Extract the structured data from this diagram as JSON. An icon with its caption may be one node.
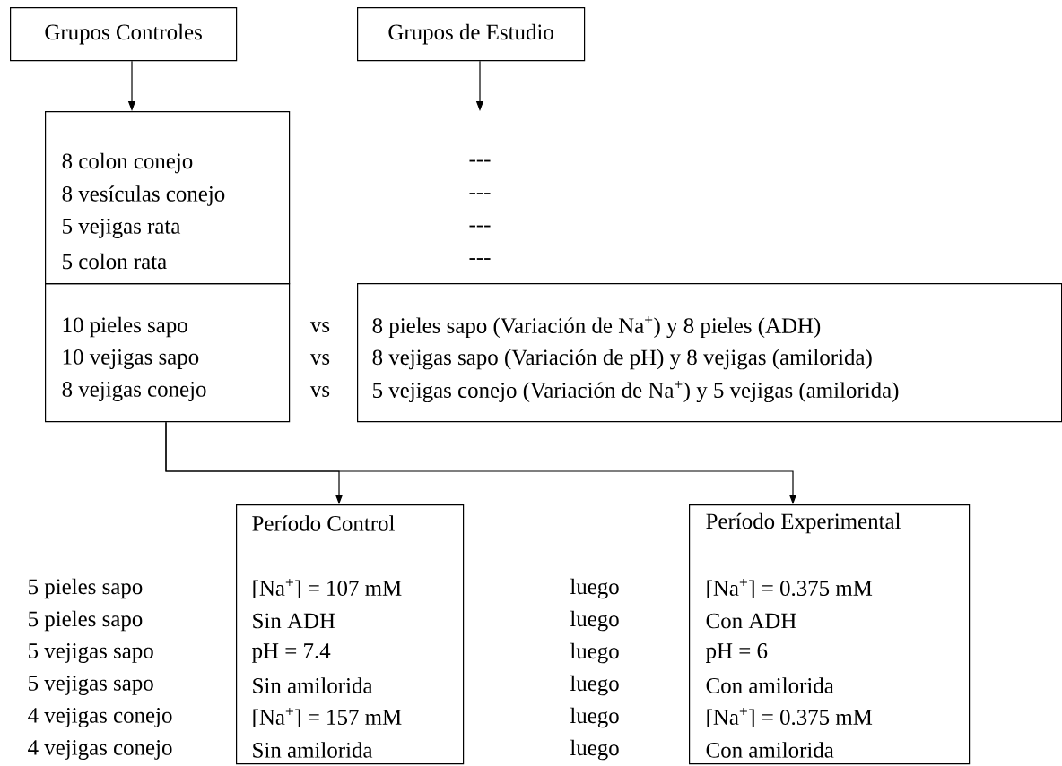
{
  "diagram": {
    "nodes": [
      {
        "text": [
          "Grupos Controles"
        ]
      },
      {
        "text": [
          "Grupos de Estudio"
        ]
      },
      {
        "text": [
          "8 colon conejo",
          "8 vesículas conejo",
          "5 vejigas rata",
          "5 colon rata"
        ]
      },
      {
        "text": [
          "10 pieles sapo",
          "10 vejigas sapo",
          "8 vejigas conejo"
        ]
      },
      {
        "text": [
          "---",
          "---",
          "---",
          "---"
        ]
      },
      {
        "text": [
          "8 pieles sapo (Variación de Na$^{+}$) y 8 pieles (ADH)",
          "8 vejigas sapo (Variación de pH) y 8 vejigas (amilorida)",
          "5 vejigas conejo (Variación de Na$^{+}$) y 5 vejigas (amilorida)"
        ]
      },
      {
        "text": [
          "Período Control",
          "[Na$^{+}$] = 107 mM",
          "Sin ADH",
          "pH = 7.4",
          "Sin amilorida",
          "[Na$^{+}$] = 157 mM",
          "Sin amilorida"
        ]
      },
      {
        "text": [
          "Período Experimental",
          "[Na$^{+}$] = 0.375 mM",
          "Con ADH",
          "pH = 6",
          "Con amilorida",
          "[Na$^{+}$] = 0.375 mM",
          "Con amilorida"
        ]
      }
    ],
    "edges": [
      {
        "from": 0,
        "to": 2,
        "arrow": "to"
      },
      {
        "from": 1,
        "to": 4,
        "arrow": "to"
      },
      {
        "from": 3,
        "to": 6,
        "arrow": "to"
      },
      {
        "from": 3,
        "to": 7,
        "arrow": "to"
      }
    ],
    "labels": [
      "vs",
      "vs",
      "vs",
      "5 pieles sapo",
      "luego",
      "5 pieles sapo",
      "luego",
      "5 vejigas sapo",
      "luego",
      "5 vejigas sapo",
      "luego",
      "4 vejigas conejo",
      "luego",
      "4 vejigas conejo",
      "luego"
    ]
  }
}
